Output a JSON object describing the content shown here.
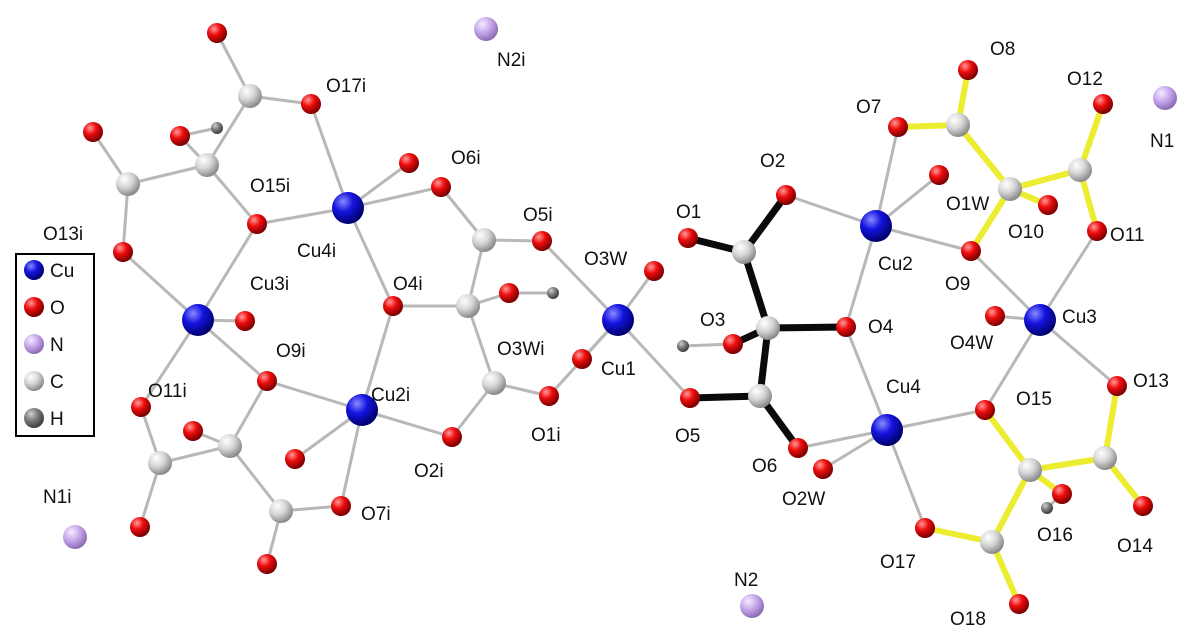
{
  "elements": {
    "Cu": {
      "color": "#1414e0",
      "label": "Cu"
    },
    "O": {
      "color": "#ee0d0d",
      "label": "O"
    },
    "N": {
      "color": "#c8a8ec",
      "label": "N"
    },
    "C": {
      "color": "#d6d6d6",
      "label": "C"
    },
    "H": {
      "color": "#7a7a7a",
      "label": "H"
    }
  },
  "legend": {
    "items": [
      {
        "element": "Cu",
        "label": "Cu"
      },
      {
        "element": "O",
        "label": "O"
      },
      {
        "element": "N",
        "label": "N"
      },
      {
        "element": "C",
        "label": "C"
      },
      {
        "element": "H",
        "label": "H"
      }
    ]
  },
  "bond_colors": {
    "default": "#b8b8b8",
    "highlight_black": "#0a0a0a",
    "highlight_yellow": "#ecec30"
  },
  "atom_labels": {
    "O8": "O8",
    "O12": "O12",
    "N1": "N1",
    "O7": "O7",
    "O1W": "O1W",
    "O10": "O10",
    "O11": "O11",
    "O2": "O2",
    "O1": "O1",
    "O3W": "O3W",
    "Cu2": "Cu2",
    "O9": "O9",
    "Cu3": "Cu3",
    "O3": "O3",
    "O4": "O4",
    "O4W": "O4W",
    "O13": "O13",
    "Cu1": "Cu1",
    "Cu4": "Cu4",
    "O15": "O15",
    "O5": "O5",
    "O6": "O6",
    "O2W": "O2W",
    "O16": "O16",
    "O14": "O14",
    "O17": "O17",
    "N2": "N2",
    "O18": "O18",
    "O17i": "O17i",
    "N2i": "N2i",
    "O6i": "O6i",
    "O15i": "O15i",
    "O5i": "O5i",
    "O13i": "O13i",
    "Cu4i": "Cu4i",
    "Cu3i": "Cu3i",
    "O4i": "O4i",
    "O3Wi": "O3Wi",
    "O9i": "O9i",
    "O11i": "O11i",
    "Cu2i": "Cu2i",
    "O2i": "O2i",
    "O1i": "O1i",
    "O7i": "O7i",
    "N1i": "N1i"
  }
}
